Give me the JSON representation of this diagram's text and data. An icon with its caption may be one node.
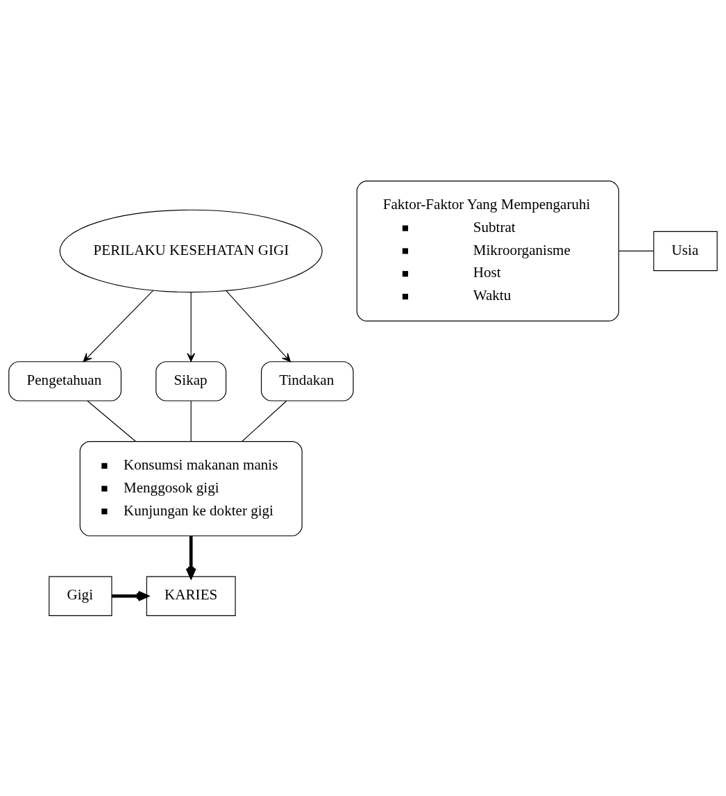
{
  "diagram": {
    "nodes": [
      {
        "text": [
          "PERILAKU KESEHATAN GIGI"
        ]
      },
      {
        "text": [
          "Pengetahuan"
        ]
      },
      {
        "text": [
          "Sikap"
        ]
      },
      {
        "text": [
          "Tindakan"
        ]
      },
      {
        "text": [
          "Konsumsi makanan manis",
          "Menggosok gigi",
          "Kunjungan ke dokter gigi"
        ]
      },
      {
        "text": [
          "Faktor-Faktor Yang Mempengaruhi",
          "Subtrat",
          "Mikroorganisme",
          "Host",
          "Waktu"
        ]
      },
      {
        "text": [
          "Usia"
        ]
      },
      {
        "text": [
          "Gigi"
        ]
      },
      {
        "text": [
          "KARIES"
        ]
      }
    ],
    "edges": [
      {
        "from": 0,
        "to": 1,
        "arrow": "to"
      },
      {
        "from": 0,
        "to": 2,
        "arrow": "to"
      },
      {
        "from": 0,
        "to": 3,
        "arrow": "to"
      },
      {
        "from": 1,
        "to": 4,
        "arrow": "none"
      },
      {
        "from": 2,
        "to": 4,
        "arrow": "none"
      },
      {
        "from": 3,
        "to": 4,
        "arrow": "none"
      },
      {
        "from": 4,
        "to": 8,
        "arrow": "to",
        "style": "thick"
      },
      {
        "from": 5,
        "to": 6,
        "arrow": "none"
      },
      {
        "from": 7,
        "to": 8,
        "arrow": "to",
        "style": "thick"
      }
    ]
  }
}
